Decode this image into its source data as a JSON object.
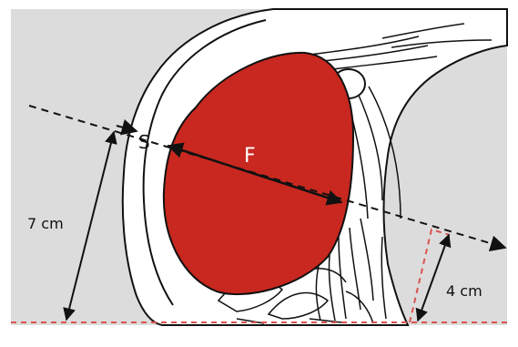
{
  "figure": {
    "labels": {
      "s": "S",
      "f": "F",
      "left_distance": "7 cm",
      "right_distance": "4 cm"
    },
    "colors": {
      "background": "#dcdcdc",
      "frame": "#ffffff",
      "structure": "#c8281f",
      "outline": "#111111",
      "reference_line": "#d9534f",
      "soft_tissue": "#ffffff"
    }
  }
}
